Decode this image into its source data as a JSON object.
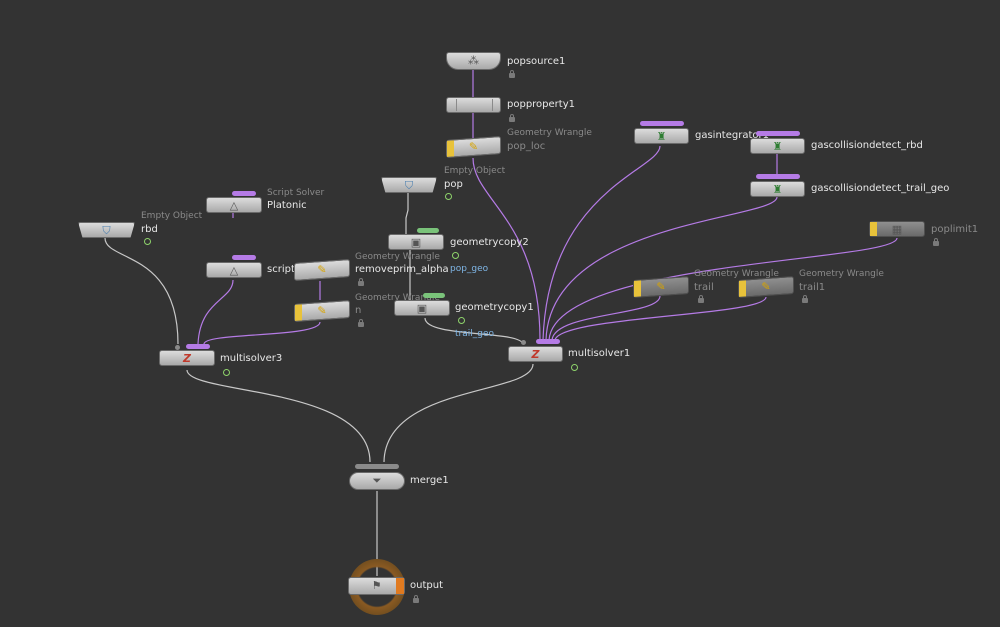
{
  "nodes": {
    "popsource1": {
      "label": "popsource1"
    },
    "popproperty1": {
      "label": "popproperty1"
    },
    "pop_loc": {
      "type": "Geometry Wrangle",
      "label": "pop_loc"
    },
    "gasintegrator1": {
      "label": "gasintegrator1"
    },
    "gascollisiondetect_rbd": {
      "label": "gascollisiondetect_rbd"
    },
    "gascollisiondetect_trail_geo": {
      "label": "gascollisiondetect_trail_geo"
    },
    "pop": {
      "type": "Empty Object",
      "label": "pop"
    },
    "platonic": {
      "type": "Script Solver",
      "label": "Platonic"
    },
    "rbd": {
      "type": "Empty Object",
      "label": "rbd"
    },
    "geometrycopy2": {
      "label": "geometrycopy2"
    },
    "script": {
      "label": "script"
    },
    "removeprim_alpha": {
      "type": "Geometry Wrangle",
      "label": "removeprim_alpha"
    },
    "n": {
      "type": "Geometry Wrangle",
      "label": "n"
    },
    "geometrycopy1": {
      "label": "geometrycopy1"
    },
    "poplimit1": {
      "label": "poplimit1"
    },
    "trail": {
      "type": "Geometry Wrangle",
      "label": "trail"
    },
    "trail1": {
      "type": "Geometry Wrangle",
      "label": "trail1"
    },
    "multisolver3": {
      "label": "multisolver3"
    },
    "multisolver1": {
      "label": "multisolver1"
    },
    "merge1": {
      "label": "merge1"
    },
    "output": {
      "label": "output"
    }
  },
  "wire_labels": {
    "pop_geo": "pop_geo",
    "trail_geo": "trail_geo"
  },
  "colors": {
    "background": "#333333",
    "wire": "#c8c8c8",
    "wire_data": "#b57be6",
    "bypass_flag": "#e8c23a",
    "display_flag": "#e07a20",
    "multi_input_bar": "#b57be6",
    "geo_input_bar": "#7ac37a",
    "wire_label": "#7fb6e6"
  },
  "icons": {
    "popsource1": "particle-source-icon",
    "popproperty1": "property-icon",
    "wrangle": "wrangle-icon",
    "gas": "bottle-icon",
    "empty_object": "shield-icon",
    "script_solver": "script-icon",
    "geometrycopy": "geometry-copy-icon",
    "multisolver": "multisolver-icon",
    "merge": "merge-funnel-icon",
    "output": "output-icon",
    "poplimit1": "poplimit-icon"
  }
}
